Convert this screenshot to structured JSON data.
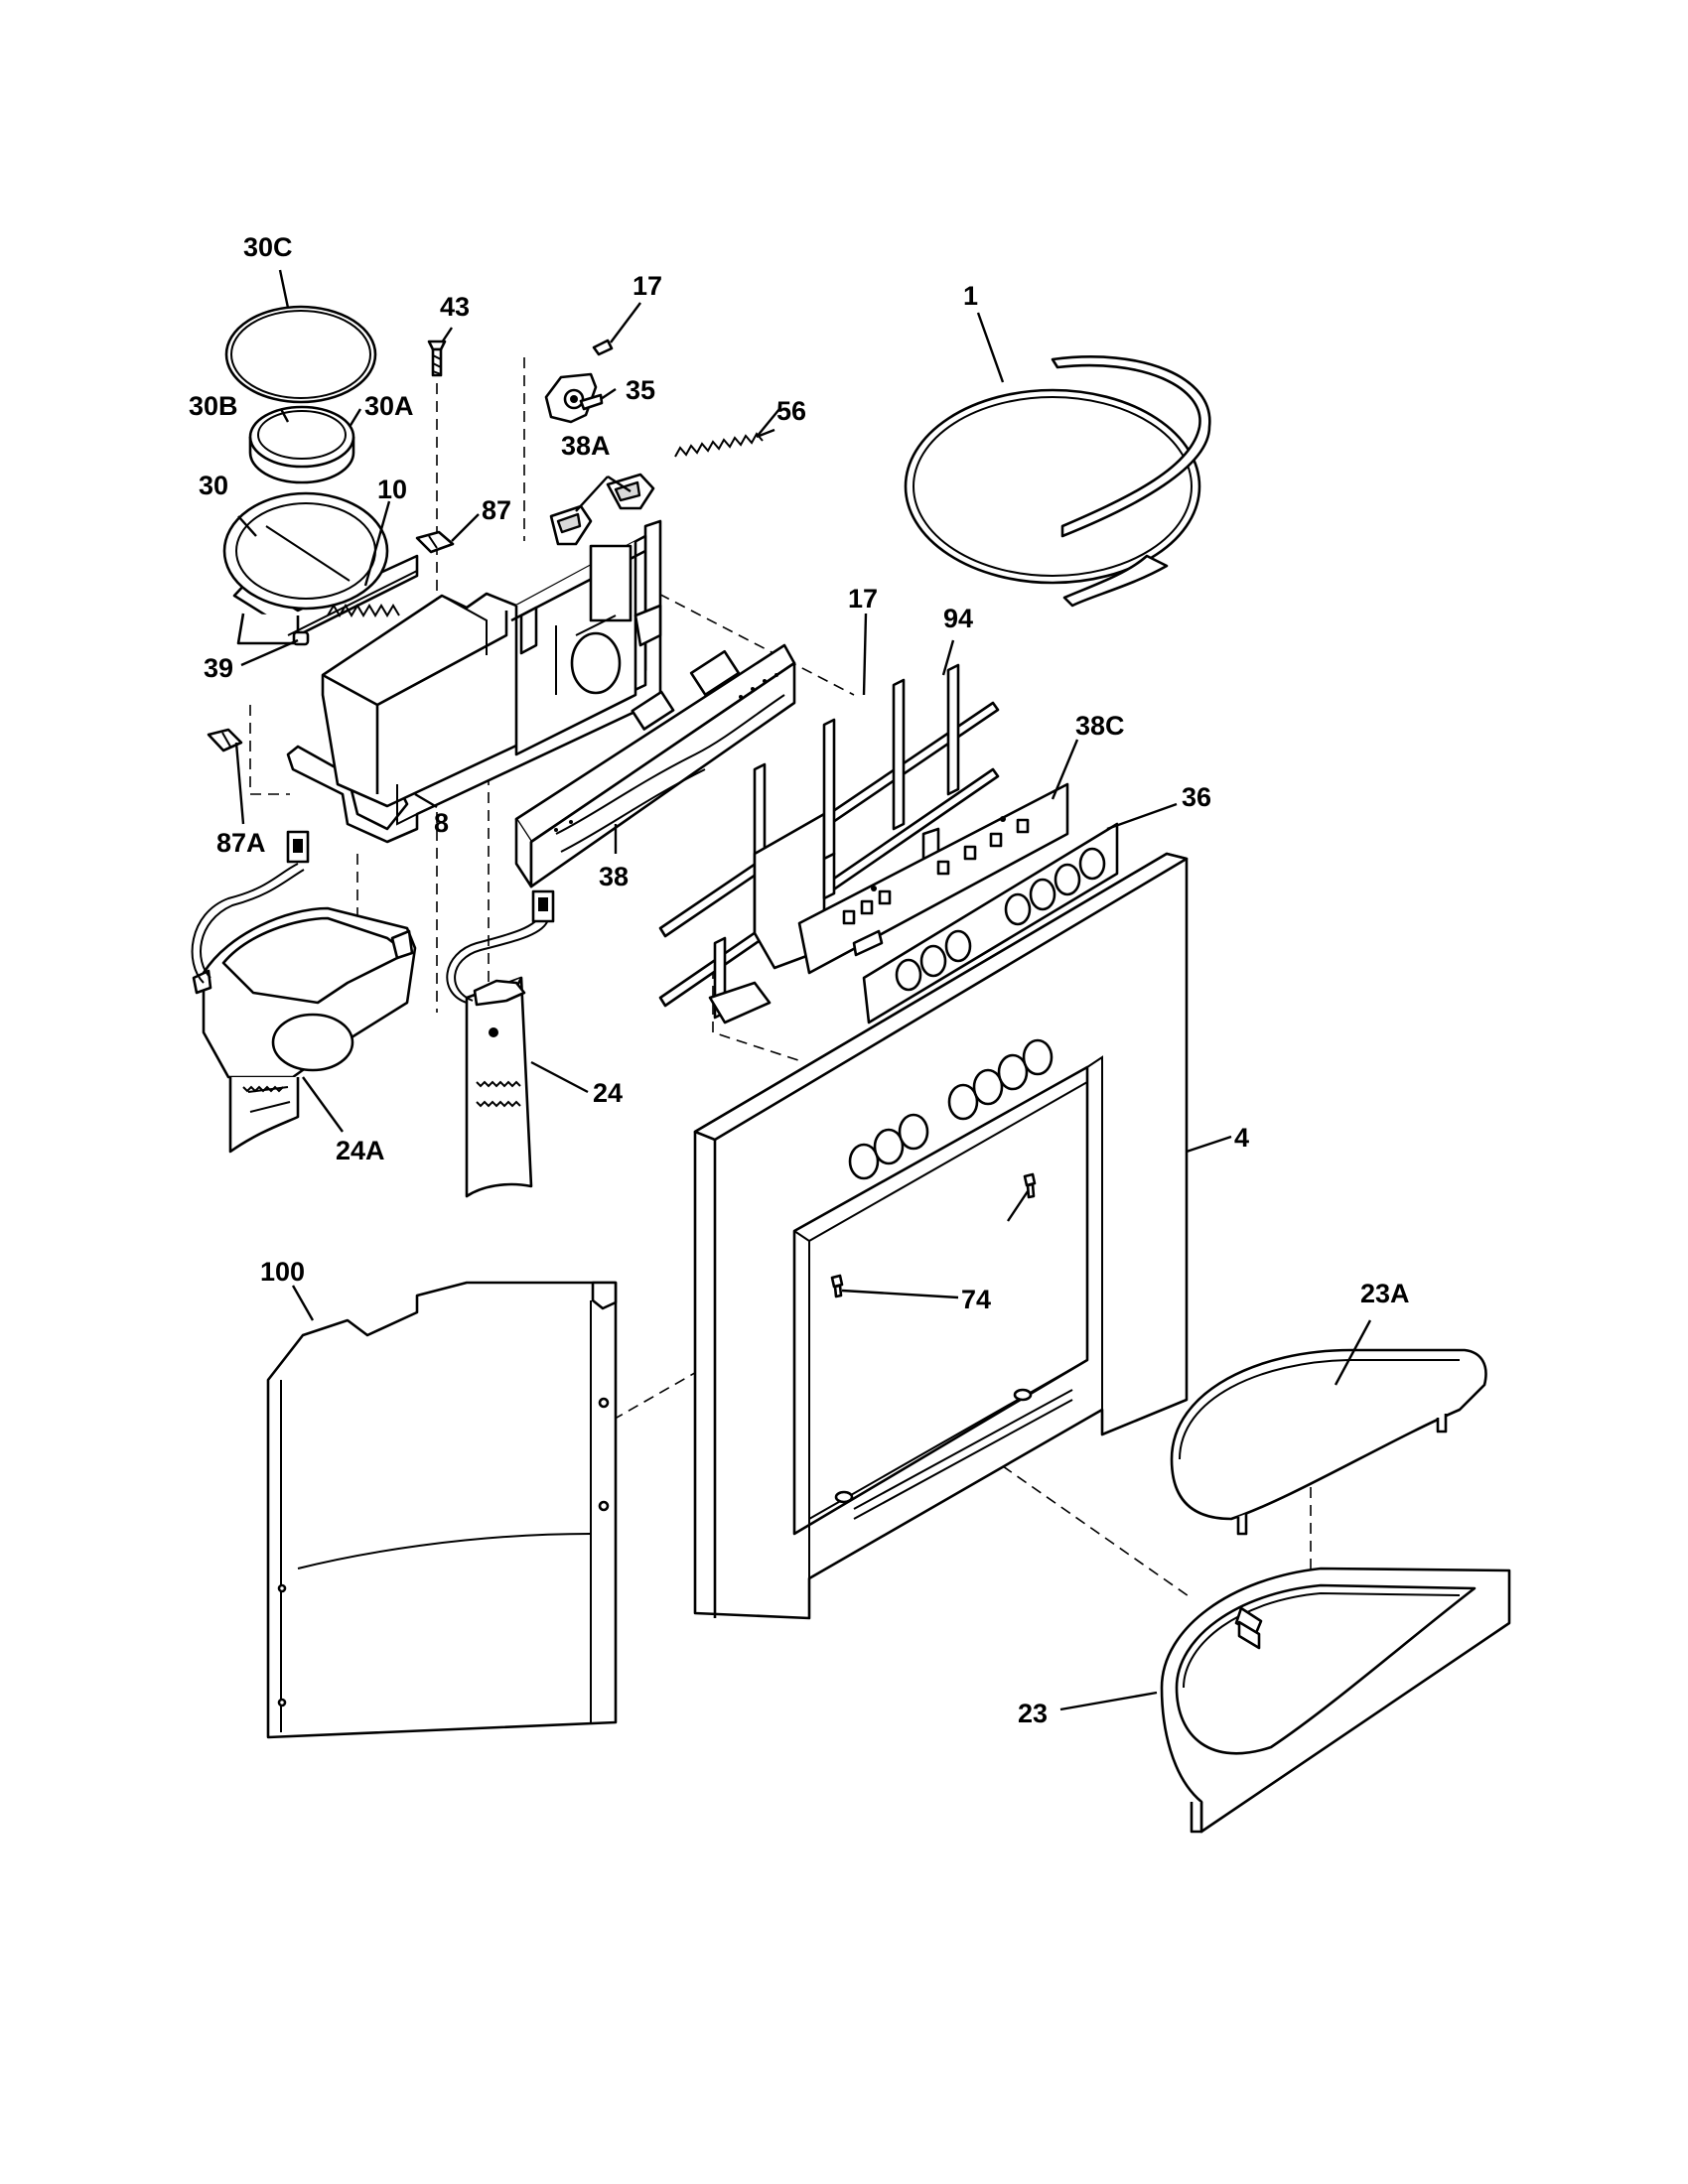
{
  "labels": {
    "l30C": "30C",
    "l43": "43",
    "l17a": "17",
    "l35": "35",
    "l1": "1",
    "l30B": "30B",
    "l30A": "30A",
    "l56": "56",
    "l38A": "38A",
    "l30": "30",
    "l10": "10",
    "l87": "87",
    "l39": "39",
    "l17b": "17",
    "l94": "94",
    "l38C": "38C",
    "l36": "36",
    "l8": "8",
    "l87A": "87A",
    "l38": "38",
    "l24": "24",
    "l24A": "24A",
    "l4": "4",
    "l74": "74",
    "l100": "100",
    "l23A": "23A",
    "l23": "23"
  }
}
